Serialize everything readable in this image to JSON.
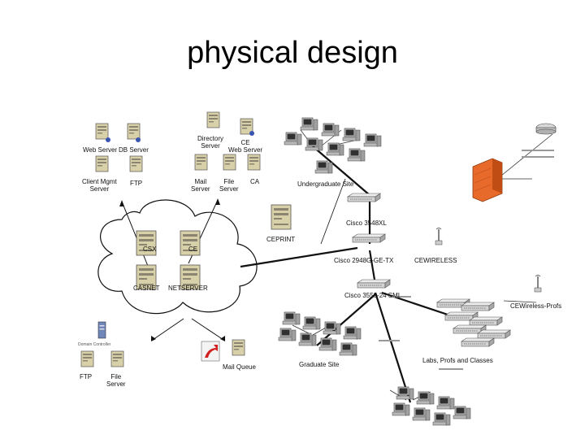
{
  "title": "physical design",
  "labels": {
    "web_server": "Web Server",
    "db_server": "DB Server",
    "directory_server": "Directory\nServer",
    "ce_web_server": "CE\nWeb Server",
    "client_mgmt_server": "Client Mgmt\nServer",
    "ftp": "FTP",
    "mail_server": "Mail\nServer",
    "file_server": "File\nServer",
    "ca": "CA",
    "csx": "CSX",
    "ce": "CE",
    "casnet": "CASNET",
    "netserver": "NETSERVER",
    "domain_controller": "Domain Controller",
    "ftp2": "FTP",
    "file_server2": "File\nServer",
    "mail_queue": "Mail Queue",
    "undergraduate_site": "Undergraduate Site",
    "ceprint": "CEPRINT",
    "cisco_3548xl": "Cisco 3548XL",
    "cisco_2948g": "Cisco 2948G-GE-TX",
    "cewireless": "CEWIRELESS",
    "cisco_3550": "Cisco 3550-24 SMI",
    "cewireless_profs": "CEWireless-Profs",
    "graduate_site": "Graduate Site",
    "labs_profs_classes": "Labs, Profs and Classes"
  }
}
